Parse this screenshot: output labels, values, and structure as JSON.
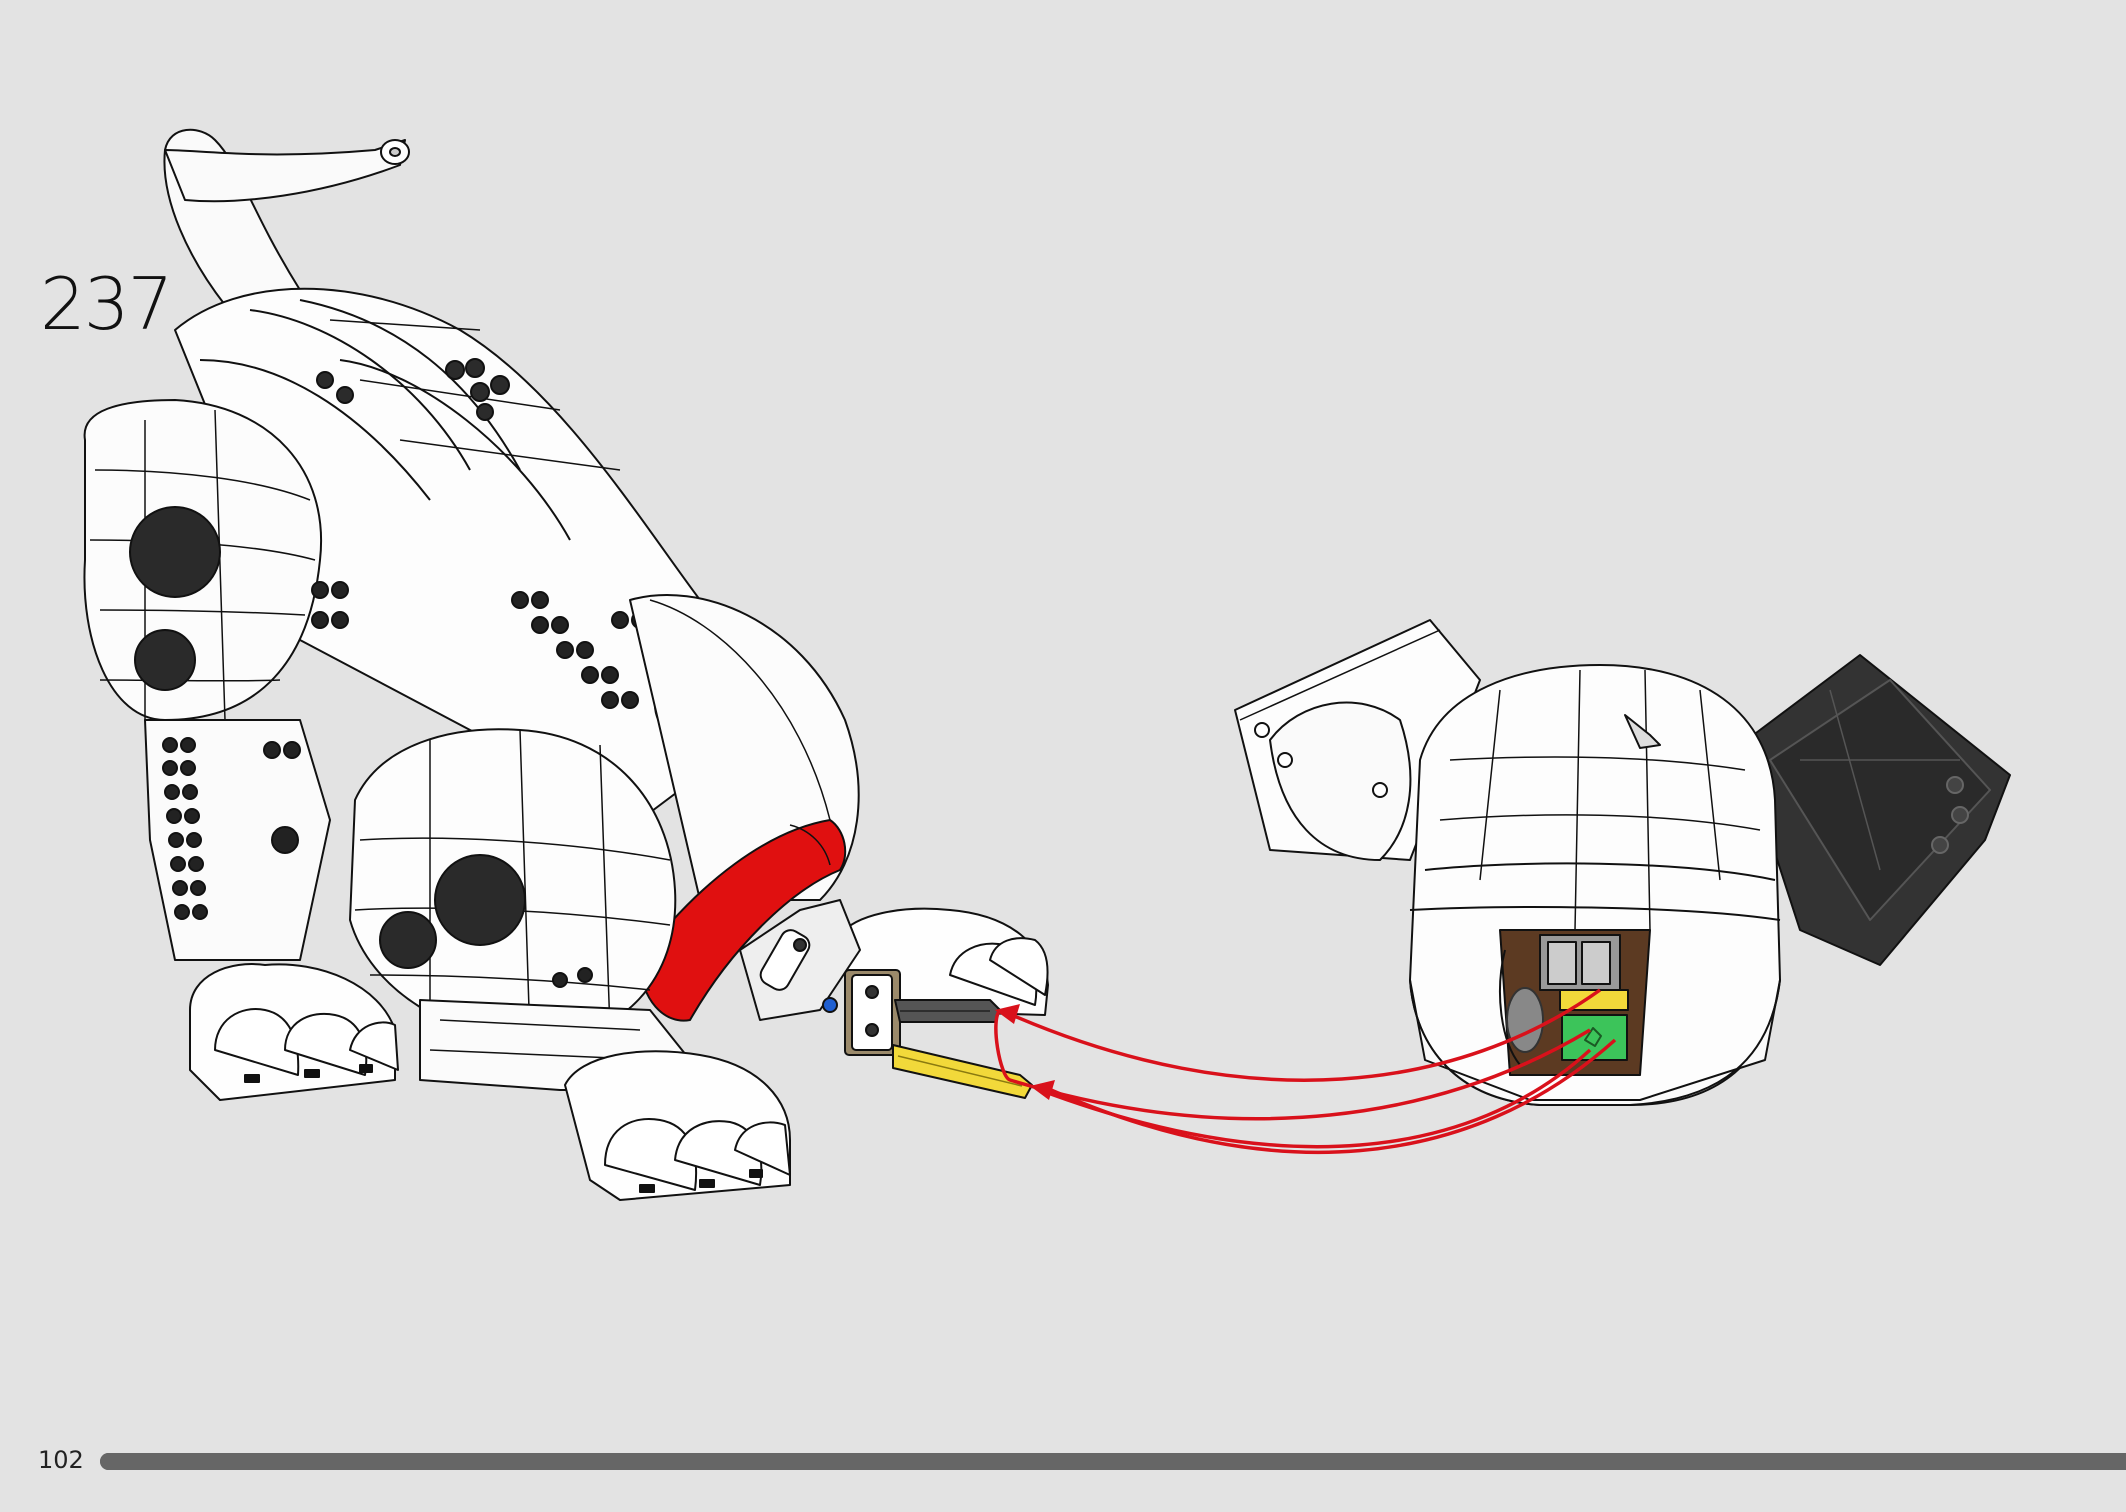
{
  "step": {
    "number": "237"
  },
  "footer": {
    "page_number": "102",
    "progress_fraction": 1.0
  },
  "colors": {
    "background": "#e3e3e3",
    "arrow": "#d9111b",
    "red_ring": "#e01010",
    "yellow_axle": "#f2d93a",
    "green_tile": "#3cc45a",
    "dark_ear": "#333333",
    "progress_bar": "#666666"
  },
  "parts": {
    "icons": [
      "robot-dog-body-icon",
      "robot-dog-head-icon",
      "connection-arrow-icon"
    ]
  }
}
